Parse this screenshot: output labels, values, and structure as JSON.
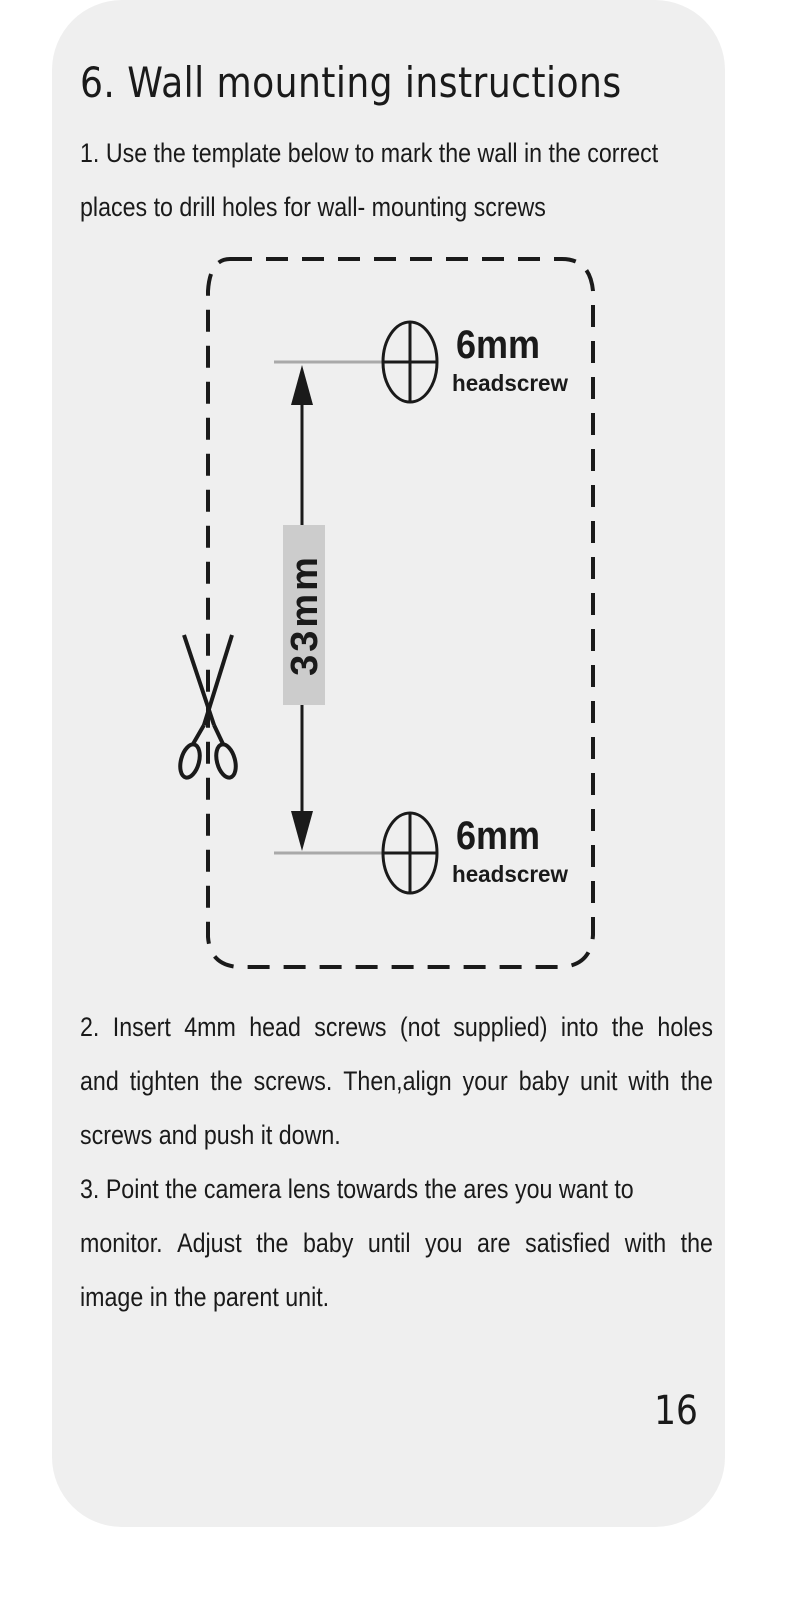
{
  "heading": "6. Wall mounting instructions",
  "step1": {
    "lines": [
      "1. Use the template below to  mark the  wall in the correct",
      "places to drill holes for wall- mounting  screws"
    ]
  },
  "template": {
    "distance_label": "33mm",
    "top_screw": {
      "size": "6mm",
      "type": "headscrew"
    },
    "bottom_screw": {
      "size": "6mm",
      "type": "headscrew"
    },
    "cut_icon": "scissors-icon",
    "accent_color": "#cccccc"
  },
  "step2": {
    "lines": [
      "2. Insert 4mm head screws (not supplied) into the holes",
      "and tighten the screws. Then,align your baby unit with the",
      "screws and push it down."
    ]
  },
  "step3": {
    "lines": [
      "3. Point the camera lens towards the ares you want to",
      "monitor. Adjust the baby until you are satisfied with the",
      "image in the parent unit."
    ]
  },
  "page_number": "16"
}
